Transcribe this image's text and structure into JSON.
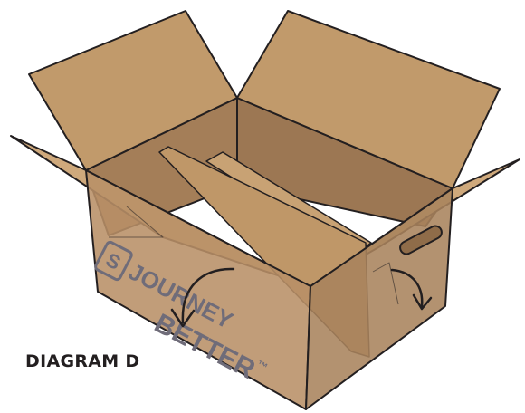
{
  "caption": "DIAGRAM D",
  "brand": {
    "logo_letter": "S",
    "wordmark_line1": "JOURNEY",
    "wordmark_line2": "BETTER",
    "trademark": "™"
  },
  "colors": {
    "cardboard": "#c19a6b",
    "cardboard_inside": "#a47e58",
    "cardboard_dark": "#8f6c49",
    "cardboard_light": "#cfa97c",
    "outline": "#231f20",
    "brand_ink": "#6f6c79",
    "caption": "#231f20"
  },
  "icons": {
    "left_arrow": "curved-arrow-down-icon",
    "right_arrow": "curved-arrow-down-icon"
  }
}
